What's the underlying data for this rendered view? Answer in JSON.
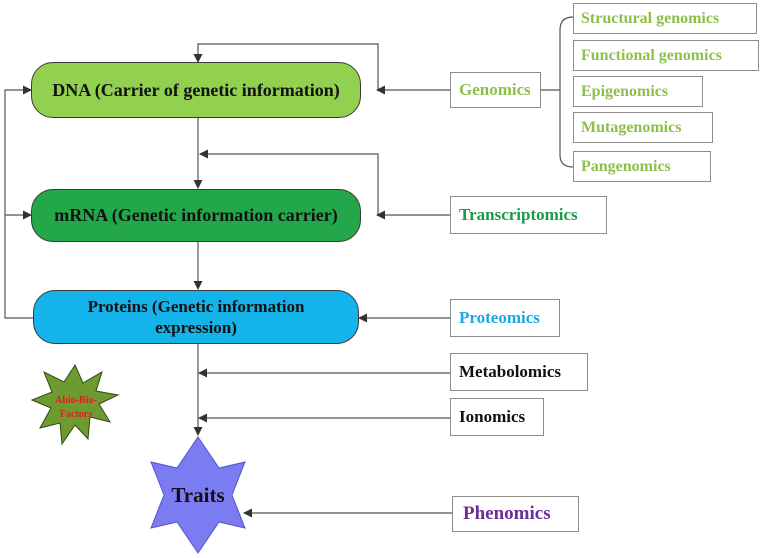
{
  "colors": {
    "dna_fill": "#92d050",
    "mrna_fill": "#22a84a",
    "protein_fill": "#14b4ea",
    "genomics_text": "#8dbf4a",
    "transcriptomics_text": "#1a9b48",
    "proteomics_text": "#19a9e4",
    "phenomics_text": "#6b2f9a",
    "black_text": "#111111",
    "traits_star": "#7b7bf2",
    "abio_star": "#6e9b30",
    "abio_text": "#e0201b",
    "line": "#444444",
    "box_border": "#8c8c8c"
  },
  "central_dogma": {
    "dna_label": "DNA (Carrier of genetic information)",
    "mrna_label": "mRNA (Genetic information carrier)",
    "proteins_label": "Proteins (Genetic information expression)"
  },
  "omics": {
    "genomics": "Genomics",
    "transcriptomics": "Transcriptomics",
    "proteomics": "Proteomics",
    "metabolomics": "Metabolomics",
    "ionomics": "Ionomics",
    "phenomics": "Phenomics"
  },
  "genomics_branches": [
    "Structural genomics",
    "Functional genomics",
    "Epigenomics",
    "Mutagenomics",
    "Pangenomics"
  ],
  "factors": {
    "label": "Abio-Bio-Factors",
    "line1": "Abio-Bio-",
    "line2": "Factors"
  },
  "traits": {
    "label": "Traits"
  }
}
